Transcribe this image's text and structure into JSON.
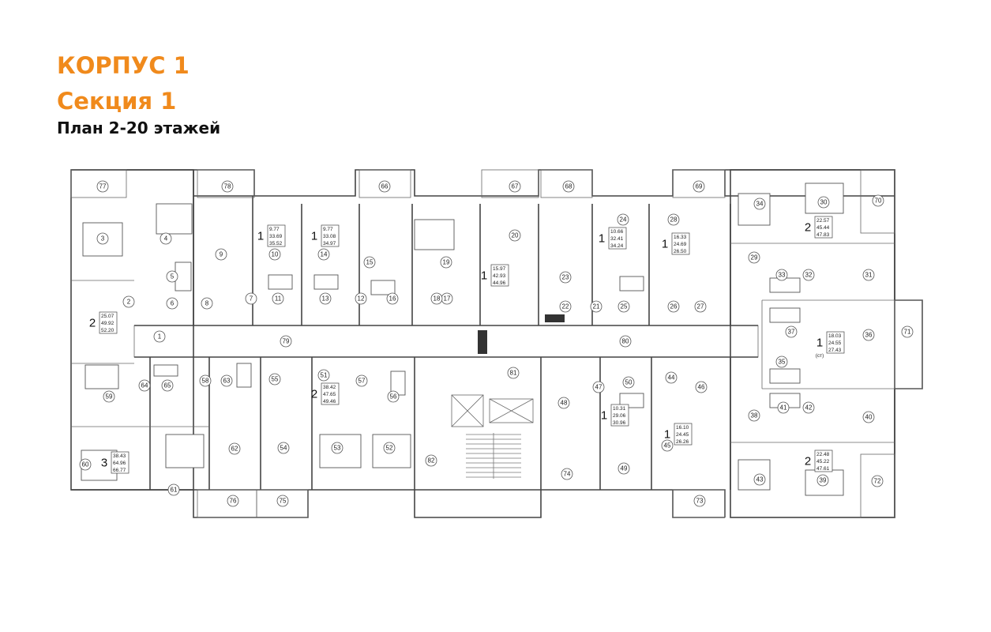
{
  "header": {
    "building": "КОРПУС 1",
    "section": "Секция 1",
    "plan": "План 2-20 этажей",
    "accent_color": "#f08a1c"
  },
  "labels": [
    {
      "n": "77"
    },
    {
      "n": "78"
    },
    {
      "n": "66"
    },
    {
      "n": "67"
    },
    {
      "n": "68"
    },
    {
      "n": "69"
    },
    {
      "n": "70"
    },
    {
      "n": "3"
    },
    {
      "n": "4"
    },
    {
      "n": "9"
    },
    {
      "n": "10"
    },
    {
      "n": "14"
    },
    {
      "n": "15"
    },
    {
      "n": "19"
    },
    {
      "n": "20"
    },
    {
      "n": "24"
    },
    {
      "n": "28"
    },
    {
      "n": "30"
    },
    {
      "n": "34"
    },
    {
      "n": "5"
    },
    {
      "n": "6"
    },
    {
      "n": "2"
    },
    {
      "n": "7"
    },
    {
      "n": "8"
    },
    {
      "n": "11"
    },
    {
      "n": "12"
    },
    {
      "n": "13"
    },
    {
      "n": "16"
    },
    {
      "n": "17"
    },
    {
      "n": "18"
    },
    {
      "n": "23"
    },
    {
      "n": "22"
    },
    {
      "n": "21"
    },
    {
      "n": "25"
    },
    {
      "n": "26"
    },
    {
      "n": "27"
    },
    {
      "n": "29"
    },
    {
      "n": "33"
    },
    {
      "n": "32"
    },
    {
      "n": "31"
    },
    {
      "n": "1"
    },
    {
      "n": "79"
    },
    {
      "n": "80"
    },
    {
      "n": "37"
    },
    {
      "n": "36"
    },
    {
      "n": "71"
    },
    {
      "n": "35"
    },
    {
      "n": "59"
    },
    {
      "n": "64"
    },
    {
      "n": "65"
    },
    {
      "n": "58"
    },
    {
      "n": "63"
    },
    {
      "n": "55"
    },
    {
      "n": "51"
    },
    {
      "n": "57"
    },
    {
      "n": "56"
    },
    {
      "n": "81"
    },
    {
      "n": "47"
    },
    {
      "n": "50"
    },
    {
      "n": "44"
    },
    {
      "n": "46"
    },
    {
      "n": "41"
    },
    {
      "n": "42"
    },
    {
      "n": "40"
    },
    {
      "n": "48"
    },
    {
      "n": "45"
    },
    {
      "n": "38"
    },
    {
      "n": "62"
    },
    {
      "n": "54"
    },
    {
      "n": "53"
    },
    {
      "n": "52"
    },
    {
      "n": "82"
    },
    {
      "n": "74"
    },
    {
      "n": "49"
    },
    {
      "n": "60"
    },
    {
      "n": "61"
    },
    {
      "n": "76"
    },
    {
      "n": "75"
    },
    {
      "n": "73"
    },
    {
      "n": "43"
    },
    {
      "n": "39"
    },
    {
      "n": "72"
    }
  ],
  "apartments": [
    {
      "rooms": "1",
      "a1": "9.77",
      "a2": "33.69",
      "a3": "35.52"
    },
    {
      "rooms": "1",
      "a1": "9.77",
      "a2": "33.08",
      "a3": "34.97"
    },
    {
      "rooms": "1",
      "a1": "15.97",
      "a2": "42.93",
      "a3": "44.96"
    },
    {
      "rooms": "1",
      "a1": "10.66",
      "a2": "32.41",
      "a3": "34.24"
    },
    {
      "rooms": "1",
      "a1": "16.33",
      "a2": "24.69",
      "a3": "26.50"
    },
    {
      "rooms": "2",
      "a1": "22.57",
      "a2": "45.44",
      "a3": "47.83"
    },
    {
      "rooms": "2",
      "a1": "25.07",
      "a2": "49.92",
      "a3": "52.20"
    },
    {
      "rooms": "1",
      "a1": "18.03",
      "a2": "24.55",
      "a3": "27.43"
    },
    {
      "rooms": "2",
      "a1": "38.42",
      "a2": "47.65",
      "a3": "49.46"
    },
    {
      "rooms": "1",
      "a1": "10.31",
      "a2": "29.06",
      "a3": "30.96"
    },
    {
      "rooms": "1",
      "a1": "16.10",
      "a2": "24.45",
      "a3": "26.26"
    },
    {
      "rooms": "3",
      "a1": "38.43",
      "a2": "64.96",
      "a3": "66.77"
    },
    {
      "rooms": "2",
      "a1": "22.48",
      "a2": "45.22",
      "a3": "47.61"
    }
  ],
  "studio_note": "(ст)"
}
